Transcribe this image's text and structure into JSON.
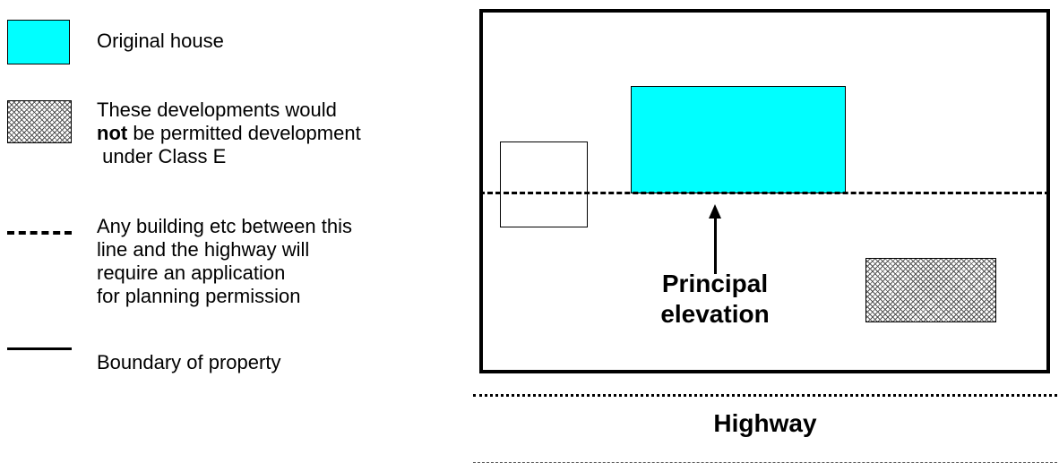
{
  "legend": {
    "original_house": "Original house",
    "not_permitted_line1": "These developments would",
    "not_permitted_bold": "not",
    "not_permitted_line2_rest": " be permitted development",
    "not_permitted_line3": " under Class E",
    "principal_line_1": "Any building etc between this",
    "principal_line_2": "line and the highway will",
    "principal_line_3": "require an application",
    "principal_line_4": "for planning permission",
    "boundary": "Boundary of property"
  },
  "diagram": {
    "principal_elevation_1": "Principal",
    "principal_elevation_2": "elevation",
    "highway": "Highway"
  },
  "colors": {
    "house_fill": "#00ffff",
    "hatch": "#555555",
    "line": "#000000"
  }
}
